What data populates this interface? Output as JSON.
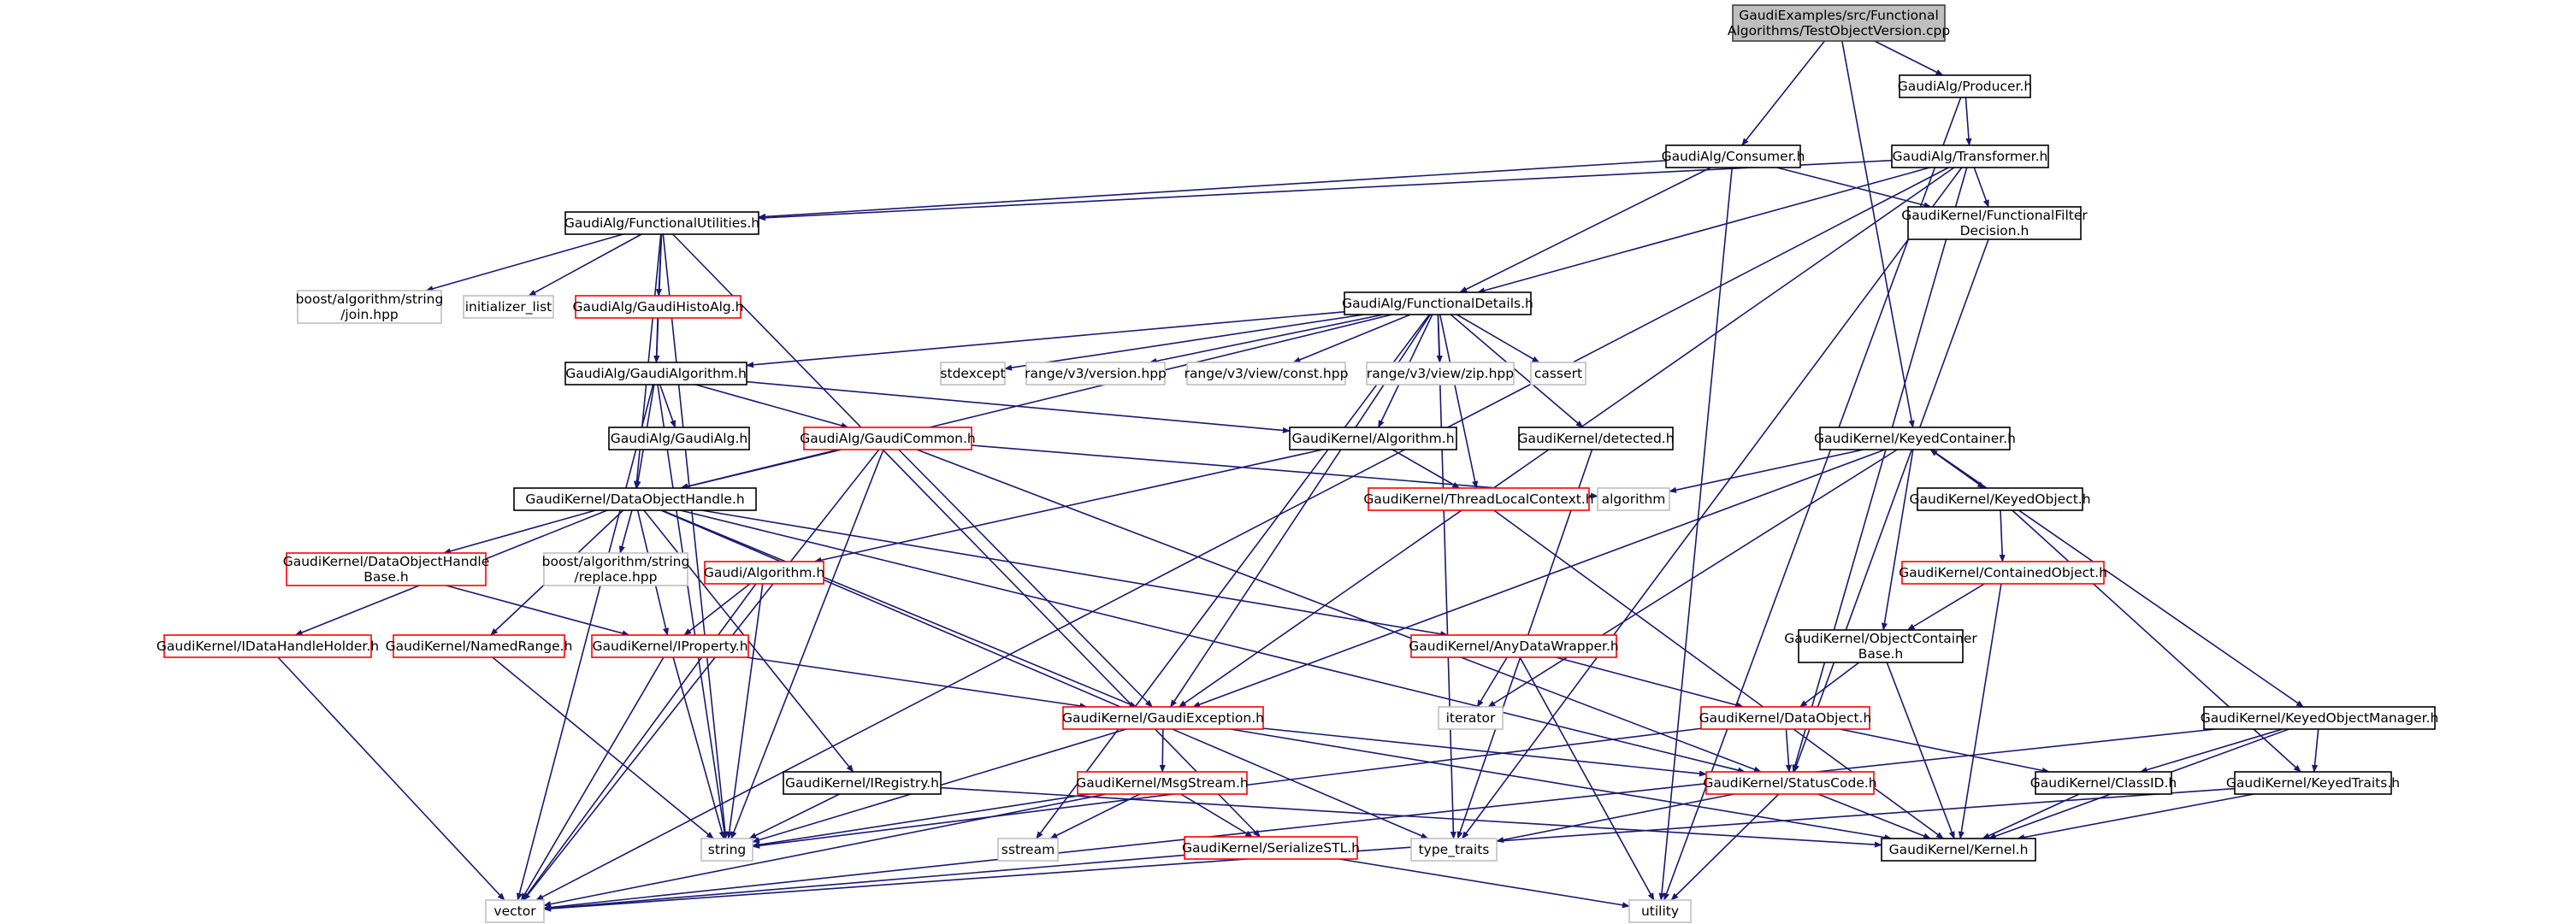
{
  "colors": {
    "edge": "#191970",
    "root_fill": "#bfbfbf",
    "root_border": "#404040",
    "node_border": "#000000",
    "red_border": "#ff0000",
    "external_border": "#bfbfbf",
    "background": "#ffffff"
  },
  "nodes": [
    {
      "id": "root",
      "lines": [
        "GaudiExamples/src/Functional",
        "Algorithms/TestObjectVersion.cpp"
      ],
      "style": "root"
    },
    {
      "id": "producer",
      "lines": [
        "GaudiAlg/Producer.h"
      ],
      "style": "normal"
    },
    {
      "id": "consumer",
      "lines": [
        "GaudiAlg/Consumer.h"
      ],
      "style": "normal"
    },
    {
      "id": "transformer",
      "lines": [
        "GaudiAlg/Transformer.h"
      ],
      "style": "normal"
    },
    {
      "id": "funcutil",
      "lines": [
        "GaudiAlg/FunctionalUtilities.h"
      ],
      "style": "normal"
    },
    {
      "id": "filterdec",
      "lines": [
        "GaudiKernel/FunctionalFilter",
        "Decision.h"
      ],
      "style": "normal"
    },
    {
      "id": "boostjoin",
      "lines": [
        "boost/algorithm/string",
        "/join.hpp"
      ],
      "style": "external"
    },
    {
      "id": "initlist",
      "lines": [
        "initializer_list"
      ],
      "style": "external"
    },
    {
      "id": "histoalg",
      "lines": [
        "GaudiAlg/GaudiHistoAlg.h"
      ],
      "style": "red"
    },
    {
      "id": "funcdetails",
      "lines": [
        "GaudiAlg/FunctionalDetails.h"
      ],
      "style": "normal"
    },
    {
      "id": "stdexcept",
      "lines": [
        "stdexcept"
      ],
      "style": "external"
    },
    {
      "id": "rangeversion",
      "lines": [
        "range/v3/version.hpp"
      ],
      "style": "external"
    },
    {
      "id": "rangeconst",
      "lines": [
        "range/v3/view/const.hpp"
      ],
      "style": "external"
    },
    {
      "id": "rangezip",
      "lines": [
        "range/v3/view/zip.hpp"
      ],
      "style": "external"
    },
    {
      "id": "cassert",
      "lines": [
        "cassert"
      ],
      "style": "external"
    },
    {
      "id": "gaudialgorithm",
      "lines": [
        "GaudiAlg/GaudiAlgorithm.h"
      ],
      "style": "normal"
    },
    {
      "id": "gaudialg",
      "lines": [
        "GaudiAlg/GaudiAlg.h"
      ],
      "style": "normal"
    },
    {
      "id": "gaudicommon",
      "lines": [
        "GaudiAlg/GaudiCommon.h"
      ],
      "style": "red"
    },
    {
      "id": "kalgorithm",
      "lines": [
        "GaudiKernel/Algorithm.h"
      ],
      "style": "normal"
    },
    {
      "id": "detected",
      "lines": [
        "GaudiKernel/detected.h"
      ],
      "style": "normal"
    },
    {
      "id": "keyedcontainer",
      "lines": [
        "GaudiKernel/KeyedContainer.h"
      ],
      "style": "normal"
    },
    {
      "id": "dataobjhandle",
      "lines": [
        "GaudiKernel/DataObjectHandle.h"
      ],
      "style": "normal"
    },
    {
      "id": "threadlocal",
      "lines": [
        "GaudiKernel/ThreadLocalContext.h"
      ],
      "style": "red"
    },
    {
      "id": "algorithm",
      "lines": [
        "algorithm"
      ],
      "style": "external"
    },
    {
      "id": "keyedobject",
      "lines": [
        "GaudiKernel/KeyedObject.h"
      ],
      "style": "normal"
    },
    {
      "id": "dohbase",
      "lines": [
        "GaudiKernel/DataObjectHandle",
        "Base.h"
      ],
      "style": "red"
    },
    {
      "id": "boostreplace",
      "lines": [
        "boost/algorithm/string",
        "/replace.hpp"
      ],
      "style": "external"
    },
    {
      "id": "gaudialgorithmh",
      "lines": [
        "Gaudi/Algorithm.h"
      ],
      "style": "red"
    },
    {
      "id": "containedobject",
      "lines": [
        "GaudiKernel/ContainedObject.h"
      ],
      "style": "red"
    },
    {
      "id": "idatahandleholder",
      "lines": [
        "GaudiKernel/IDataHandleHolder.h"
      ],
      "style": "red"
    },
    {
      "id": "namedrange",
      "lines": [
        "GaudiKernel/NamedRange.h"
      ],
      "style": "red"
    },
    {
      "id": "iproperty",
      "lines": [
        "GaudiKernel/IProperty.h"
      ],
      "style": "red"
    },
    {
      "id": "anydatawrapper",
      "lines": [
        "GaudiKernel/AnyDataWrapper.h"
      ],
      "style": "red"
    },
    {
      "id": "objcontainerbase",
      "lines": [
        "GaudiKernel/ObjectContainer",
        "Base.h"
      ],
      "style": "normal"
    },
    {
      "id": "iterator",
      "lines": [
        "iterator"
      ],
      "style": "external"
    },
    {
      "id": "gaudiexception",
      "lines": [
        "GaudiKernel/GaudiException.h"
      ],
      "style": "red"
    },
    {
      "id": "dataobject",
      "lines": [
        "GaudiKernel/DataObject.h"
      ],
      "style": "red"
    },
    {
      "id": "keyedobjmanager",
      "lines": [
        "GaudiKernel/KeyedObjectManager.h"
      ],
      "style": "normal"
    },
    {
      "id": "msgstream",
      "lines": [
        "GaudiKernel/MsgStream.h"
      ],
      "style": "red"
    },
    {
      "id": "iregistry",
      "lines": [
        "GaudiKernel/IRegistry.h"
      ],
      "style": "normal"
    },
    {
      "id": "statuscode",
      "lines": [
        "GaudiKernel/StatusCode.h"
      ],
      "style": "red"
    },
    {
      "id": "classid",
      "lines": [
        "GaudiKernel/ClassID.h"
      ],
      "style": "normal"
    },
    {
      "id": "keyedtraits",
      "lines": [
        "GaudiKernel/KeyedTraits.h"
      ],
      "style": "normal"
    },
    {
      "id": "string",
      "lines": [
        "string"
      ],
      "style": "external"
    },
    {
      "id": "sstream",
      "lines": [
        "sstream"
      ],
      "style": "external"
    },
    {
      "id": "serializestl",
      "lines": [
        "GaudiKernel/SerializeSTL.h"
      ],
      "style": "red"
    },
    {
      "id": "typetraits",
      "lines": [
        "type_traits"
      ],
      "style": "external"
    },
    {
      "id": "kernel",
      "lines": [
        "GaudiKernel/Kernel.h"
      ],
      "style": "normal"
    },
    {
      "id": "vector",
      "lines": [
        "vector"
      ],
      "style": "external"
    },
    {
      "id": "utility",
      "lines": [
        "utility"
      ],
      "style": "external"
    }
  ],
  "edges": [
    [
      "root",
      "producer"
    ],
    [
      "root",
      "consumer"
    ],
    [
      "root",
      "keyedcontainer"
    ],
    [
      "producer",
      "transformer"
    ],
    [
      "producer",
      "utility"
    ],
    [
      "consumer",
      "funcutil"
    ],
    [
      "consumer",
      "filterdec"
    ],
    [
      "consumer",
      "funcdetails"
    ],
    [
      "consumer",
      "utility"
    ],
    [
      "transformer",
      "funcutil"
    ],
    [
      "transformer",
      "filterdec"
    ],
    [
      "transformer",
      "funcdetails"
    ],
    [
      "transformer",
      "gaudiexception"
    ],
    [
      "transformer",
      "statuscode"
    ],
    [
      "transformer",
      "typetraits"
    ],
    [
      "transformer",
      "vector"
    ],
    [
      "filterdec",
      "statuscode"
    ],
    [
      "funcutil",
      "boostjoin"
    ],
    [
      "funcutil",
      "initlist"
    ],
    [
      "funcutil",
      "histoalg"
    ],
    [
      "funcutil",
      "gaudialgorithm"
    ],
    [
      "funcutil",
      "dataobjhandle"
    ],
    [
      "funcutil",
      "serializestl"
    ],
    [
      "funcutil",
      "string"
    ],
    [
      "histoalg",
      "gaudialgorithm"
    ],
    [
      "funcdetails",
      "stdexcept"
    ],
    [
      "funcdetails",
      "rangeversion"
    ],
    [
      "funcdetails",
      "rangeconst"
    ],
    [
      "funcdetails",
      "rangezip"
    ],
    [
      "funcdetails",
      "cassert"
    ],
    [
      "funcdetails",
      "gaudialgorithm"
    ],
    [
      "funcdetails",
      "dataobjhandle"
    ],
    [
      "funcdetails",
      "kalgorithm"
    ],
    [
      "funcdetails",
      "detected"
    ],
    [
      "funcdetails",
      "threadlocal"
    ],
    [
      "funcdetails",
      "typetraits"
    ],
    [
      "funcdetails",
      "sstream"
    ],
    [
      "funcdetails",
      "gaudiexception"
    ],
    [
      "gaudialgorithm",
      "gaudialg"
    ],
    [
      "gaudialgorithm",
      "gaudicommon"
    ],
    [
      "gaudialgorithm",
      "dataobjhandle"
    ],
    [
      "gaudialgorithm",
      "kalgorithm"
    ],
    [
      "gaudialgorithm",
      "vector"
    ],
    [
      "gaudialgorithm",
      "string"
    ],
    [
      "gaudicommon",
      "dataobjhandle"
    ],
    [
      "gaudicommon",
      "algorithm"
    ],
    [
      "gaudicommon",
      "gaudiexception"
    ],
    [
      "gaudicommon",
      "statuscode"
    ],
    [
      "gaudicommon",
      "string"
    ],
    [
      "gaudicommon",
      "vector"
    ],
    [
      "kalgorithm",
      "gaudialgorithmh"
    ],
    [
      "kalgorithm",
      "threadlocal"
    ],
    [
      "detected",
      "typetraits"
    ],
    [
      "threadlocal",
      "kernel"
    ],
    [
      "keyedcontainer",
      "algorithm"
    ],
    [
      "keyedcontainer",
      "iterator"
    ],
    [
      "keyedcontainer",
      "keyedobject"
    ],
    [
      "keyedcontainer",
      "objcontainerbase"
    ],
    [
      "keyedcontainer",
      "keyedobjmanager"
    ],
    [
      "keyedcontainer",
      "gaudiexception"
    ],
    [
      "keyedobject",
      "keyedcontainer"
    ],
    [
      "keyedobject",
      "containedobject"
    ],
    [
      "keyedobject",
      "keyedtraits"
    ],
    [
      "containedobject",
      "objcontainerbase"
    ],
    [
      "containedobject",
      "kernel"
    ],
    [
      "objcontainerbase",
      "dataobject"
    ],
    [
      "objcontainerbase",
      "kernel"
    ],
    [
      "dataobjhandle",
      "dohbase"
    ],
    [
      "dataobjhandle",
      "boostreplace"
    ],
    [
      "dataobjhandle",
      "idatahandleholder"
    ],
    [
      "dataobjhandle",
      "namedrange"
    ],
    [
      "dataobjhandle",
      "iproperty"
    ],
    [
      "dataobjhandle",
      "anydatawrapper"
    ],
    [
      "dataobjhandle",
      "gaudiexception"
    ],
    [
      "dataobjhandle",
      "iregistry"
    ],
    [
      "dataobjhandle",
      "typetraits"
    ],
    [
      "dataobjhandle",
      "statuscode"
    ],
    [
      "dohbase",
      "iproperty"
    ],
    [
      "gaudialgorithmh",
      "iproperty"
    ],
    [
      "gaudialgorithmh",
      "string"
    ],
    [
      "gaudialgorithmh",
      "vector"
    ],
    [
      "idatahandleholder",
      "vector"
    ],
    [
      "namedrange",
      "string"
    ],
    [
      "iproperty",
      "gaudiexception"
    ],
    [
      "iproperty",
      "string"
    ],
    [
      "iproperty",
      "vector"
    ],
    [
      "anydatawrapper",
      "dataobject"
    ],
    [
      "anydatawrapper",
      "iterator"
    ],
    [
      "anydatawrapper",
      "utility"
    ],
    [
      "gaudiexception",
      "msgstream"
    ],
    [
      "gaudiexception",
      "statuscode"
    ],
    [
      "gaudiexception",
      "kernel"
    ],
    [
      "gaudiexception",
      "string"
    ],
    [
      "dataobject",
      "statuscode"
    ],
    [
      "dataobject",
      "classid"
    ],
    [
      "dataobject",
      "string"
    ],
    [
      "keyedobjmanager",
      "classid"
    ],
    [
      "keyedobjmanager",
      "keyedtraits"
    ],
    [
      "keyedobjmanager",
      "kernel"
    ],
    [
      "keyedobjmanager",
      "vector"
    ],
    [
      "msgstream",
      "string"
    ],
    [
      "msgstream",
      "sstream"
    ],
    [
      "msgstream",
      "serializestl"
    ],
    [
      "msgstream",
      "vector"
    ],
    [
      "iregistry",
      "string"
    ],
    [
      "iregistry",
      "kernel"
    ],
    [
      "statuscode",
      "typetraits"
    ],
    [
      "statuscode",
      "kernel"
    ],
    [
      "statuscode",
      "utility"
    ],
    [
      "classid",
      "kernel"
    ],
    [
      "keyedtraits",
      "kernel"
    ],
    [
      "keyedtraits",
      "vector"
    ],
    [
      "serializestl",
      "vector"
    ],
    [
      "serializestl",
      "utility"
    ]
  ]
}
